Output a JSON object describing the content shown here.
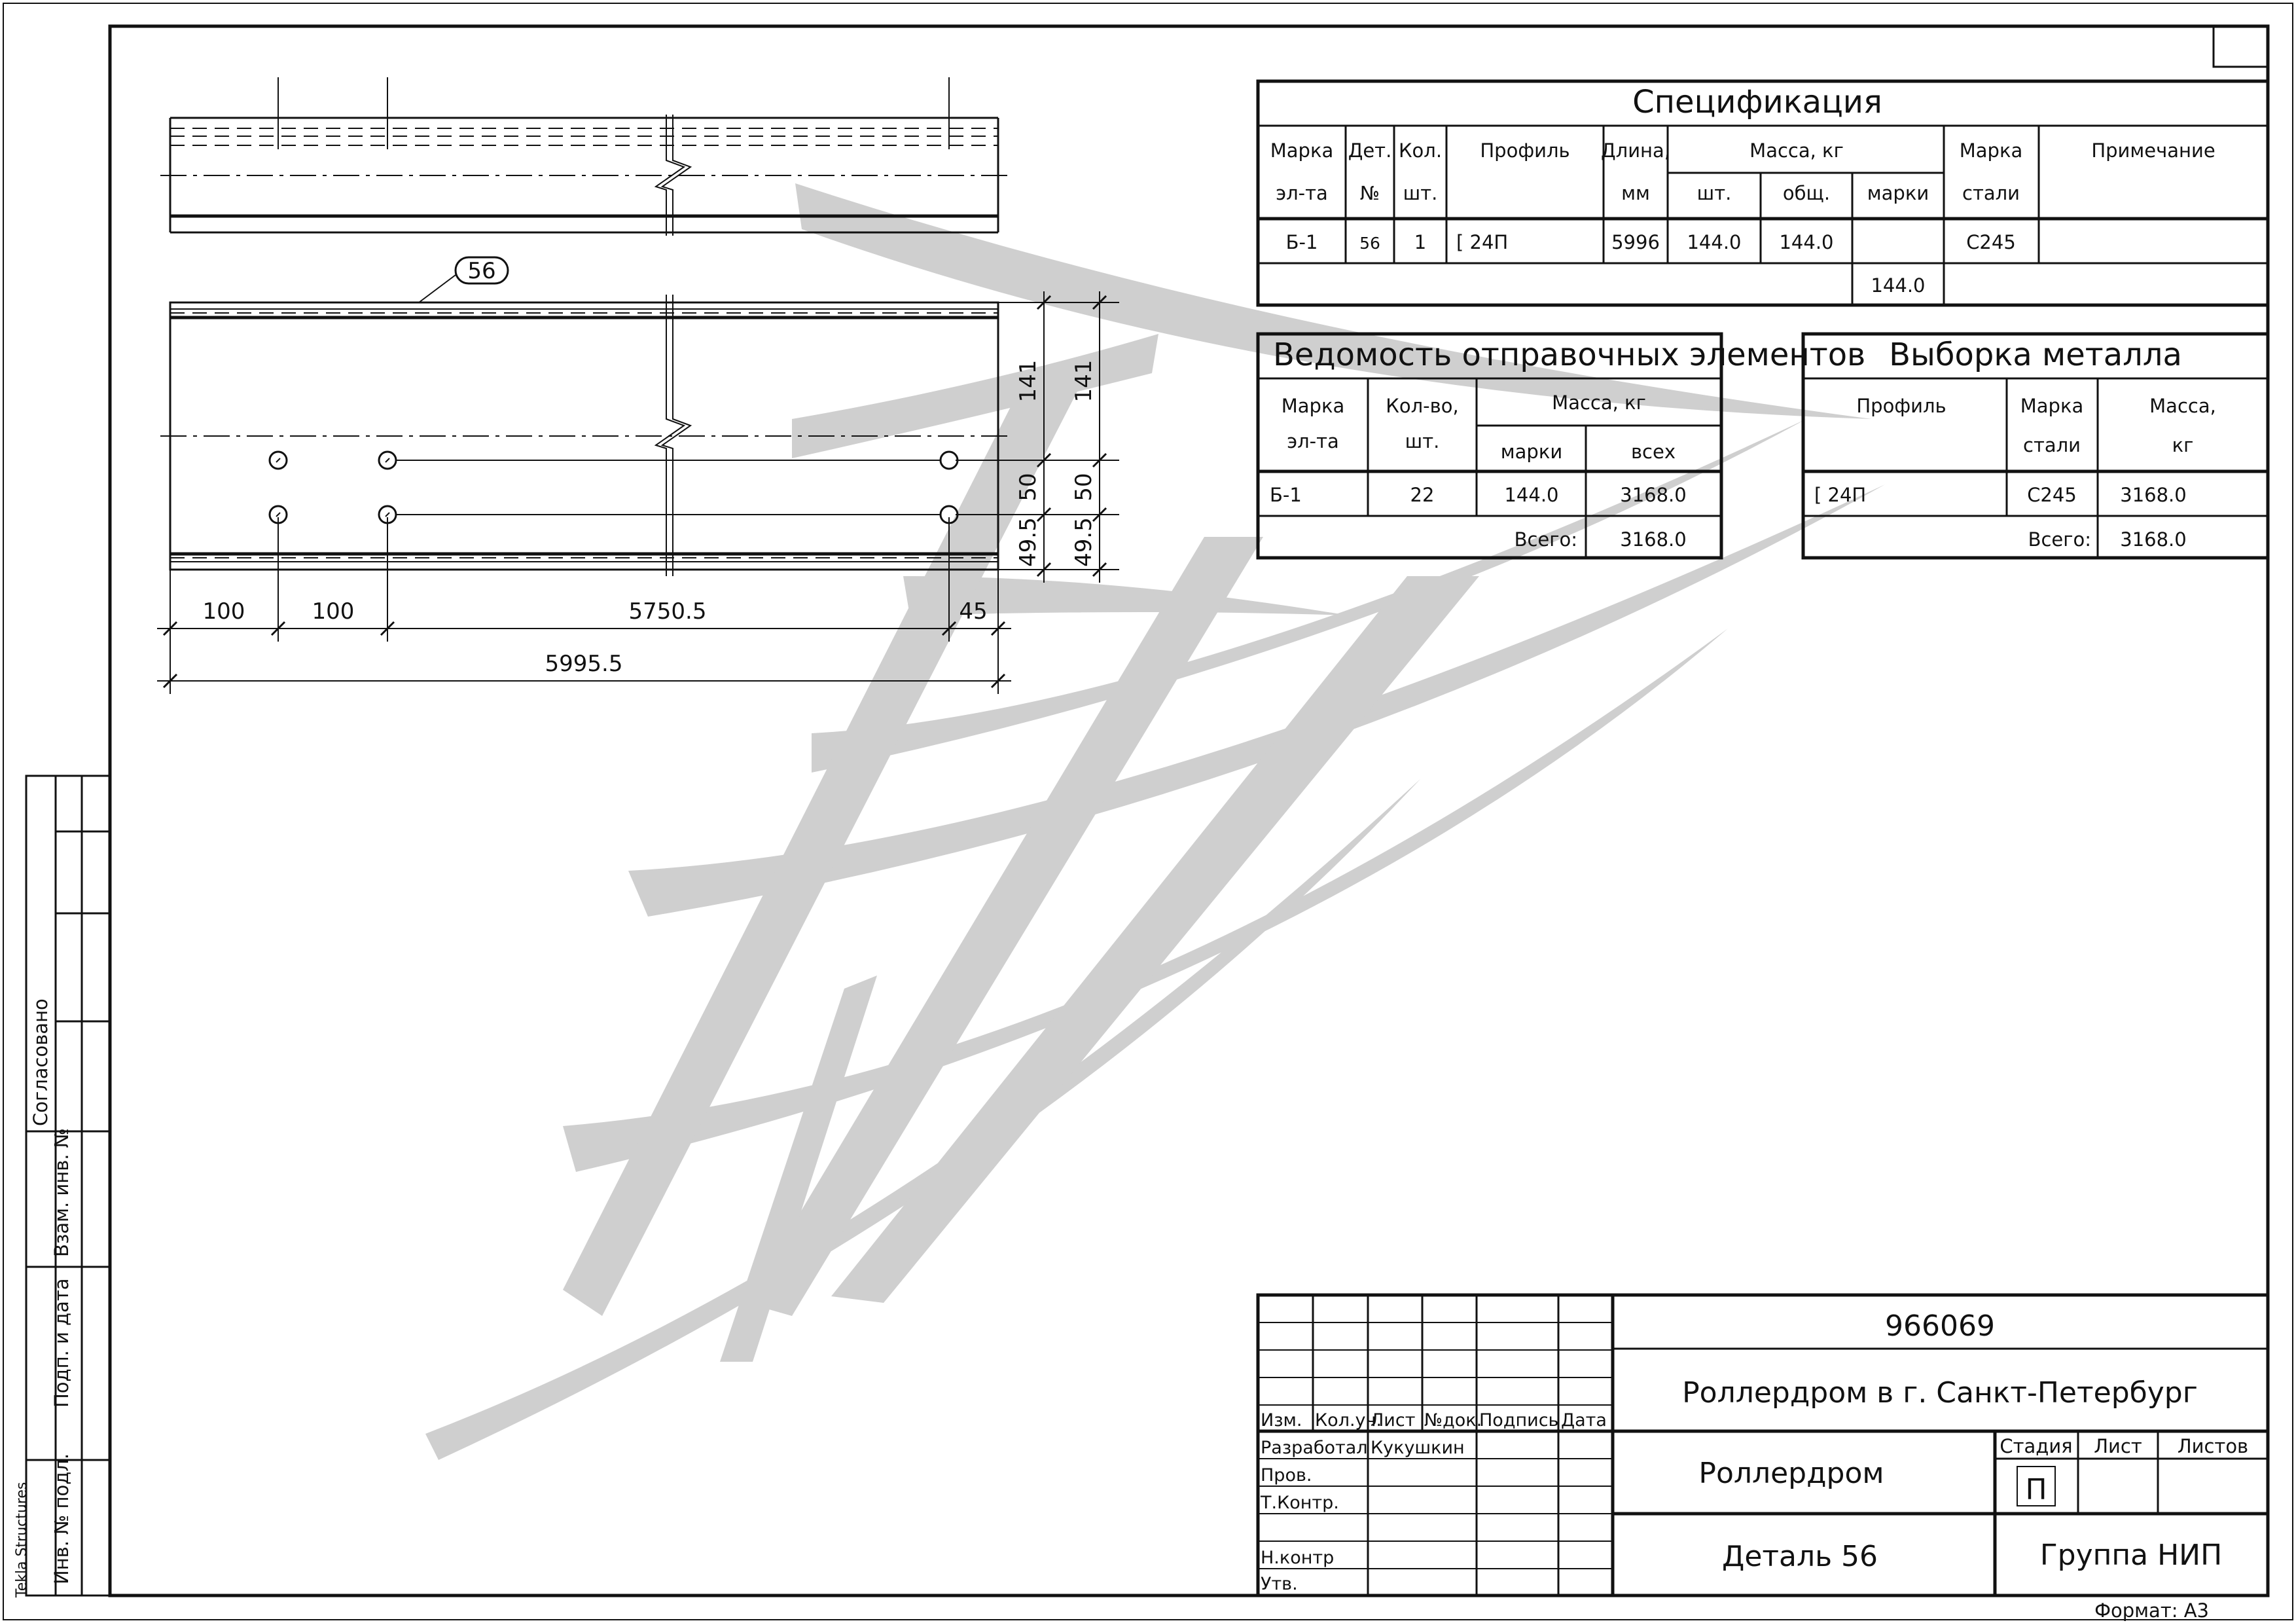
{
  "specification": {
    "title": "Спецификация",
    "headers": {
      "mark": [
        "Марка",
        "эл-та"
      ],
      "part": [
        "Дет.",
        "№"
      ],
      "qty": [
        "Кол.",
        "шт."
      ],
      "profile": "Профиль",
      "length": [
        "Длина,",
        "мм"
      ],
      "mass": "Масса, кг",
      "mass_piece": "шт.",
      "mass_total": "общ.",
      "mass_mark": "марки",
      "steel": [
        "Марка",
        "стали"
      ],
      "note": "Примечание"
    },
    "rows": [
      {
        "mark": "Б-1",
        "part": "56",
        "qty": "1",
        "profile": "[ 24П",
        "length": "5996",
        "mass_piece": "144.0",
        "mass_total": "144.0",
        "mass_mark": "",
        "steel": "С245",
        "note": ""
      }
    ],
    "mark_total": "144.0"
  },
  "shipping": {
    "title": "Ведомость отправочных элементов",
    "headers": {
      "mark": [
        "Марка",
        "эл-та"
      ],
      "qty": [
        "Кол-во,",
        "шт."
      ],
      "mass": "Масса, кг",
      "mass_mark": "марки",
      "mass_all": "всех"
    },
    "rows": [
      {
        "mark": "Б-1",
        "qty": "22",
        "mass_mark": "144.0",
        "mass_all": "3168.0"
      }
    ],
    "total_label": "Всего:",
    "total_value": "3168.0"
  },
  "metal": {
    "title": "Выборка металла",
    "headers": {
      "profile": "Профиль",
      "steel": [
        "Марка",
        "стали"
      ],
      "mass": [
        "Масса,",
        "кг"
      ]
    },
    "rows": [
      {
        "profile": "[ 24П",
        "steel": "С245",
        "mass": "3168.0"
      }
    ],
    "total_label": "Всего:",
    "total_value": "3168.0"
  },
  "drawing": {
    "part_callout": "56",
    "dims_bottom": [
      "100",
      "100",
      "5750.5",
      "45"
    ],
    "dim_overall": "5995.5",
    "dims_right_a": [
      "141",
      "50",
      "49.5"
    ],
    "dims_right_b": [
      "141",
      "50",
      "49.5"
    ]
  },
  "side_stamp": {
    "labels": [
      "Согласовано",
      "Взам. инв. №",
      "Подп. и дата",
      "Инв. № подл."
    ],
    "software": "Tekla Structures"
  },
  "title_block": {
    "code": "966069",
    "project": "Роллердром в г. Санкт-Петербург",
    "object": "Роллердром",
    "sheet_title": "Деталь 56",
    "org": "Группа НИП",
    "col_headers": [
      "Изм.",
      "Кол.уч.",
      "Лист",
      "№док.",
      "Подпись",
      "Дата"
    ],
    "roles": [
      "Разработал",
      "Пров.",
      "Т.Контр.",
      "",
      "Н.контр",
      "Утв."
    ],
    "developer": "Кукушкин",
    "stage_label": "Стадия",
    "sheet_label": "Лист",
    "sheets_label": "Листов",
    "stage": "П",
    "format": "Формат: А3"
  }
}
